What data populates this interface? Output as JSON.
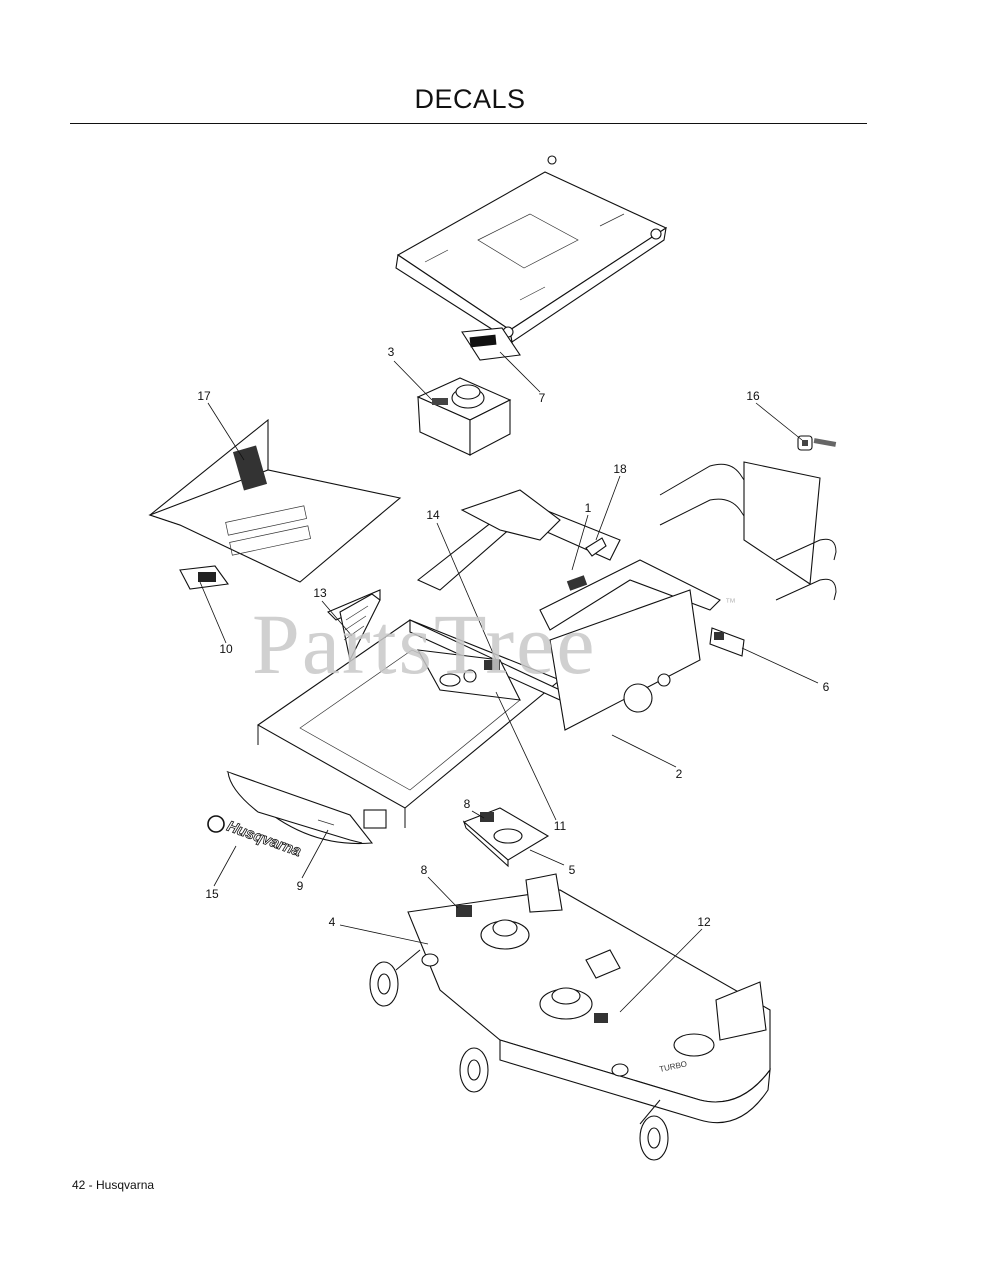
{
  "title": "DECALS",
  "footer": "42 - Husqvarna",
  "watermark": {
    "text": "PartsTree",
    "tm": "™"
  },
  "callouts": [
    {
      "label": "1"
    },
    {
      "label": "2"
    },
    {
      "label": "3"
    },
    {
      "label": "4"
    },
    {
      "label": "5"
    },
    {
      "label": "6"
    },
    {
      "label": "7"
    },
    {
      "label": "8"
    },
    {
      "label": "8"
    },
    {
      "label": "9"
    },
    {
      "label": "10"
    },
    {
      "label": "11"
    },
    {
      "label": "12"
    },
    {
      "label": "13"
    },
    {
      "label": "14"
    },
    {
      "label": "15"
    },
    {
      "label": "16"
    },
    {
      "label": "17"
    },
    {
      "label": "18"
    }
  ],
  "decal_text": {
    "brand": "Husqvarna"
  }
}
